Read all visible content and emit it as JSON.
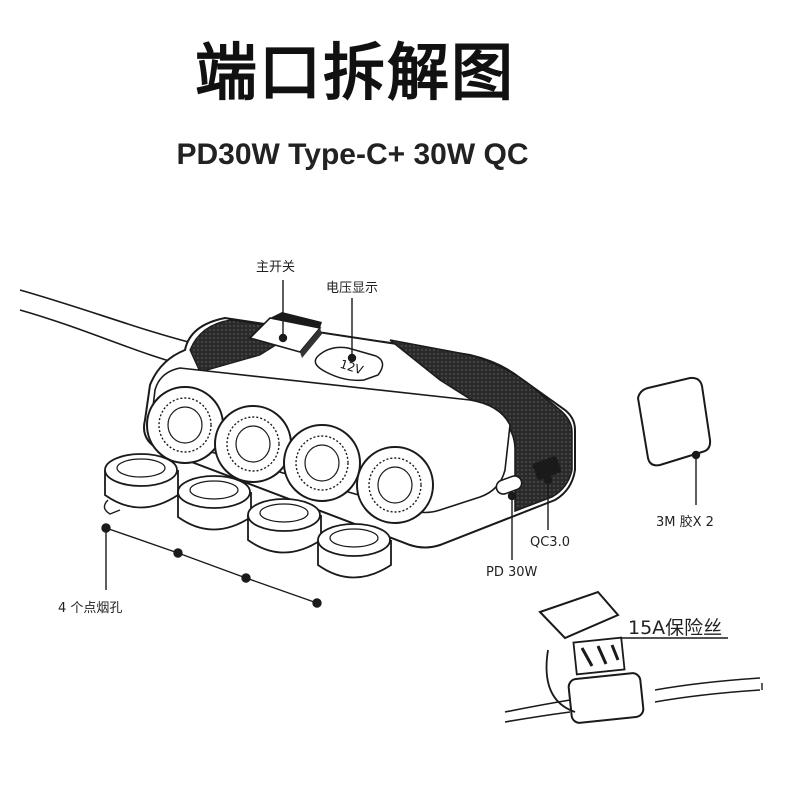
{
  "title": "端口拆解图",
  "subtitle": "PD30W Type-C+ 30W QC",
  "labels": {
    "main_switch": "主开关",
    "voltage_display": "电压显示",
    "tape": "3M 胶X 2",
    "qc": "QC3.0",
    "pd": "PD 30W",
    "sockets": "4 个点烟孔",
    "fuse": "15A保险丝",
    "display_reading": "12V"
  },
  "colors": {
    "line": "#1a1a1a",
    "body": "#ffffff",
    "accent": "#333333"
  }
}
